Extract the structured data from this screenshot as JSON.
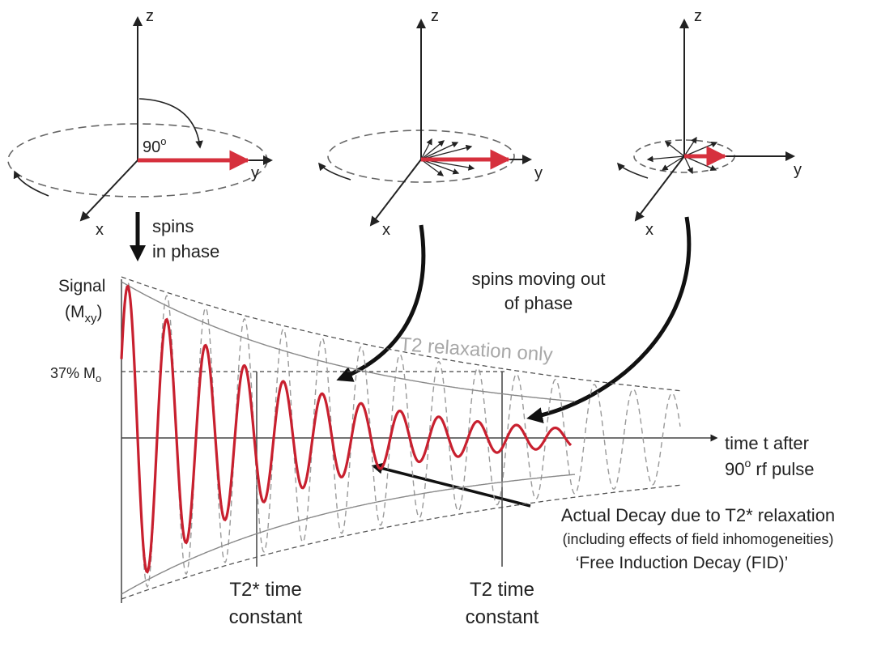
{
  "panels": [
    {
      "z": "z",
      "x": "x",
      "y": "y",
      "angle": "90",
      "deg": "o"
    },
    {
      "z": "z",
      "x": "x",
      "y": "y"
    },
    {
      "z": "z",
      "x": "x",
      "y": "y"
    }
  ],
  "labels": {
    "spins_in_phase": [
      "spins",
      "in phase"
    ],
    "spins_out_of_phase": [
      "spins moving out",
      "of phase"
    ],
    "signal": "Signal",
    "mxy_open": "(M",
    "mxy_sub": "xy",
    "mxy_close": ")",
    "pct_main": "37% M",
    "pct_sub": "o",
    "t2_only": "T2 relaxation only",
    "time_axis": [
      "time t after",
      "90",
      "o",
      " rf pulse"
    ],
    "actual_decay": "Actual Decay due to T2* relaxation",
    "including": "(including effects of field inhomogeneities)",
    "fid": "‘Free Induction Decay (FID)’",
    "t2star_const": [
      "T2* time",
      "constant"
    ],
    "t2_const": [
      "T2 time",
      "constant"
    ]
  },
  "colors": {
    "signal": "#c8202f",
    "arrow_red": "#d6303d",
    "axis": "#222222",
    "dashed": "#888888",
    "envelope": "#999999",
    "faint_text": "#a8a8a8"
  }
}
